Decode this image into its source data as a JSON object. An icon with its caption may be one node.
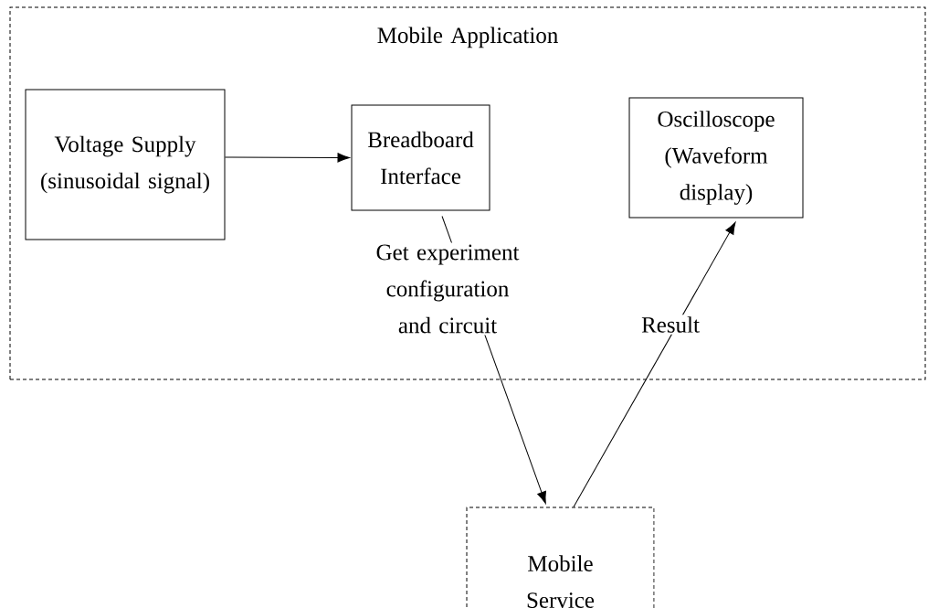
{
  "diagram": {
    "nodes": [
      {
        "text": [
          "Mobile Application"
        ]
      },
      {
        "text": [
          "Voltage Supply (sinusoidal signal)"
        ],
        "in": 0
      },
      {
        "text": [
          "Breadboard Interface"
        ],
        "in": 0
      },
      {
        "text": [
          "Oscilloscope (Waveform display)"
        ],
        "in": 0
      },
      {
        "text": [
          "Mobile Service"
        ]
      }
    ],
    "edges": [
      {
        "from": 1,
        "to": 2,
        "arrow": "to"
      },
      {
        "from": 2,
        "to": 4,
        "arrow": "to",
        "label": "Get experiment configuration and circuit"
      },
      {
        "from": 4,
        "to": 3,
        "arrow": "to",
        "label": "Result"
      }
    ]
  }
}
